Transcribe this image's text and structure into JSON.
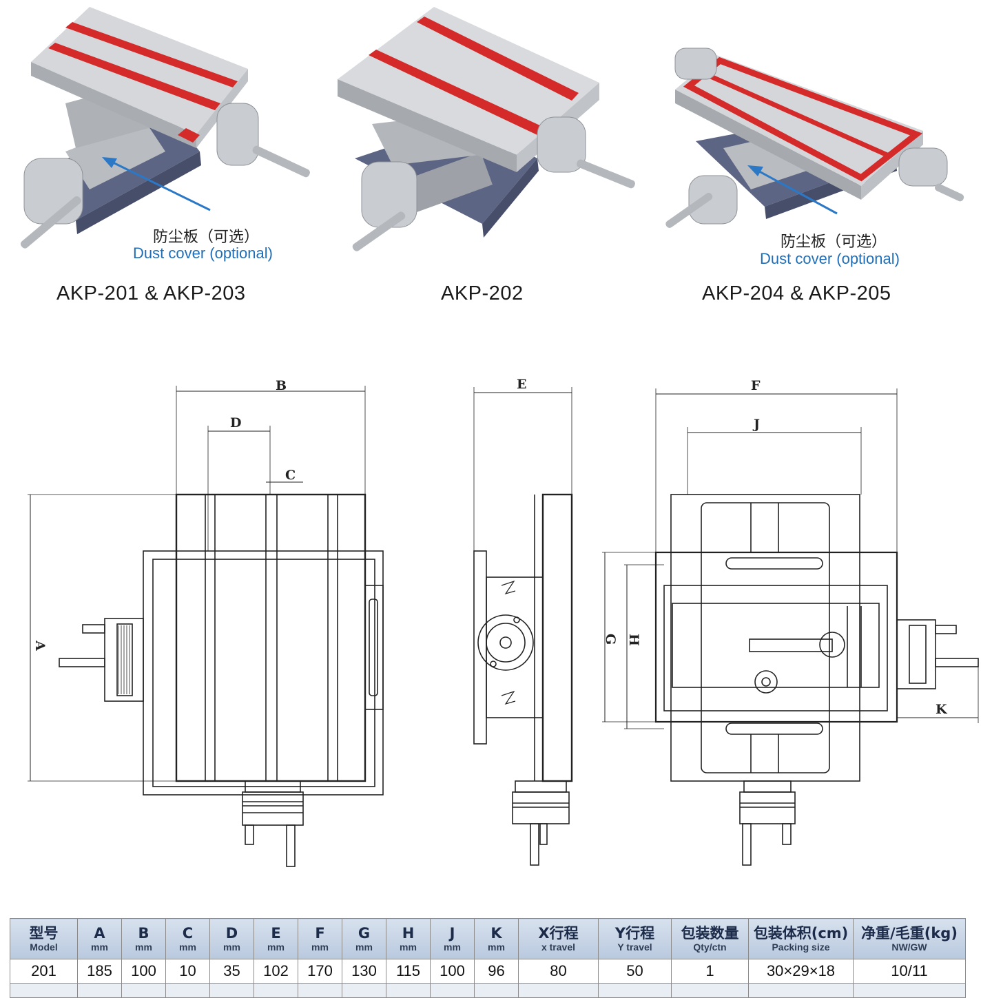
{
  "products": [
    {
      "caption": "AKP-201 & AKP-203",
      "dust_cn": "防尘板（可选）",
      "dust_en": "Dust cover (optional)"
    },
    {
      "caption": "AKP-202"
    },
    {
      "caption": "AKP-204 & AKP-205",
      "dust_cn": "防尘板（可选）",
      "dust_en": "Dust cover (optional)"
    }
  ],
  "dimensions": {
    "A": "A",
    "B": "B",
    "C": "C",
    "D": "D",
    "E": "E",
    "F": "F",
    "G": "G",
    "H": "H",
    "J": "J",
    "K": "K"
  },
  "colors": {
    "rail_red": "#d42a2a",
    "base_blue": "#5d6584",
    "steel": "#c9ccd0",
    "note_blue": "#1f6fb8",
    "header_bg": "#c6d4e6"
  },
  "table": {
    "headers": [
      {
        "main": "型号",
        "sub": "Model"
      },
      {
        "main": "A",
        "sub": "mm"
      },
      {
        "main": "B",
        "sub": "mm"
      },
      {
        "main": "C",
        "sub": "mm"
      },
      {
        "main": "D",
        "sub": "mm"
      },
      {
        "main": "E",
        "sub": "mm"
      },
      {
        "main": "F",
        "sub": "mm"
      },
      {
        "main": "G",
        "sub": "mm"
      },
      {
        "main": "H",
        "sub": "mm"
      },
      {
        "main": "J",
        "sub": "mm"
      },
      {
        "main": "K",
        "sub": "mm"
      },
      {
        "main": "X行程",
        "sub": "x travel"
      },
      {
        "main": "Y行程",
        "sub": "Y travel"
      },
      {
        "main": "包装数量",
        "sub": "Qty/ctn"
      },
      {
        "main": "包装体积(cm)",
        "sub": "Packing size"
      },
      {
        "main": "净重/毛重(kg)",
        "sub": "NW/GW"
      }
    ],
    "rows": [
      [
        "201",
        "185",
        "100",
        "10",
        "35",
        "102",
        "170",
        "130",
        "115",
        "100",
        "96",
        "80",
        "50",
        "1",
        "30×29×18",
        "10/11"
      ]
    ]
  }
}
